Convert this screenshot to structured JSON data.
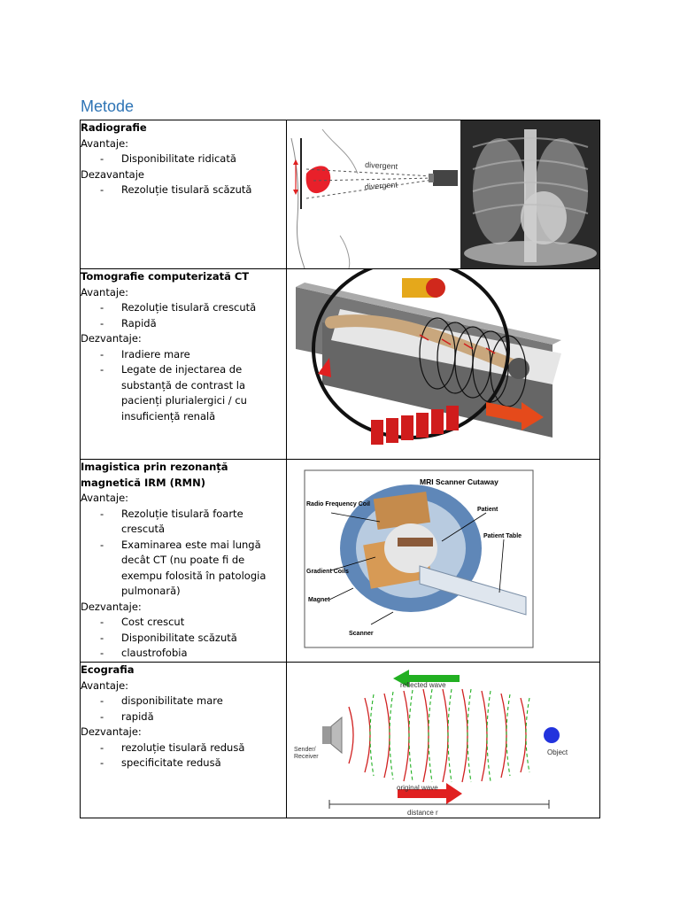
{
  "heading": "Metode",
  "methods": [
    {
      "title": "Radiografie",
      "adv_label": "Avantaje:",
      "advantages": [
        "Disponibilitate ridicată"
      ],
      "dis_label": "Dezavantaje",
      "disadvantages": [
        "Rezoluție tisulară scăzută"
      ],
      "diagram_labels": [
        "divergent",
        "divergent"
      ]
    },
    {
      "title": "Tomografie computerizată CT",
      "adv_label": "Avantaje:",
      "advantages": [
        "Rezoluție tisulară crescută",
        "Rapidă"
      ],
      "dis_label": "Dezvantaje:",
      "disadvantages": [
        "Iradiere mare",
        "Legate de injectarea de substanță de contrast la pacienți plurialergici / cu insuficiență renală"
      ]
    },
    {
      "title": "Imagistica prin rezonanță magnetică IRM (RMN)",
      "adv_label": "Avantaje:",
      "advantages": [
        "Rezoluție tisulară foarte crescută",
        "Examinarea este mai lungă decât CT (nu poate fi de exempu folosită în patologia pulmonară)"
      ],
      "dis_label": "Dezvantaje:",
      "disadvantages": [
        "Cost crescut",
        "Disponibilitate scăzută",
        "claustrofobia"
      ],
      "figure": {
        "title": "MRI Scanner Cutaway",
        "labels": [
          "Radio Frequency Coil",
          "Patient",
          "Patient Table",
          "Gradient Coils",
          "Magnet",
          "Scanner"
        ]
      }
    },
    {
      "title": "Ecografia",
      "adv_label": "Avantaje:",
      "advantages": [
        "disponibilitate mare",
        "rapidă"
      ],
      "dis_label": "Dezvantaje:",
      "disadvantages": [
        "rezoluție tisulară redusă",
        "specificitate redusă"
      ],
      "figure": {
        "reflected": "reflected wave",
        "original": "original wave",
        "distance": "distance r",
        "sender": "Sender/",
        "receiver": "Receiver",
        "object": "Object"
      }
    }
  ],
  "colors": {
    "heading": "#2e74b5",
    "red": "#e02020",
    "green": "#22b022",
    "blue": "#2233dd"
  },
  "icons": [
    "x-ray-diagram",
    "chest-x-ray-image",
    "ct-scanner-illustration",
    "mri-cutaway-illustration",
    "ultrasound-wave-diagram"
  ]
}
